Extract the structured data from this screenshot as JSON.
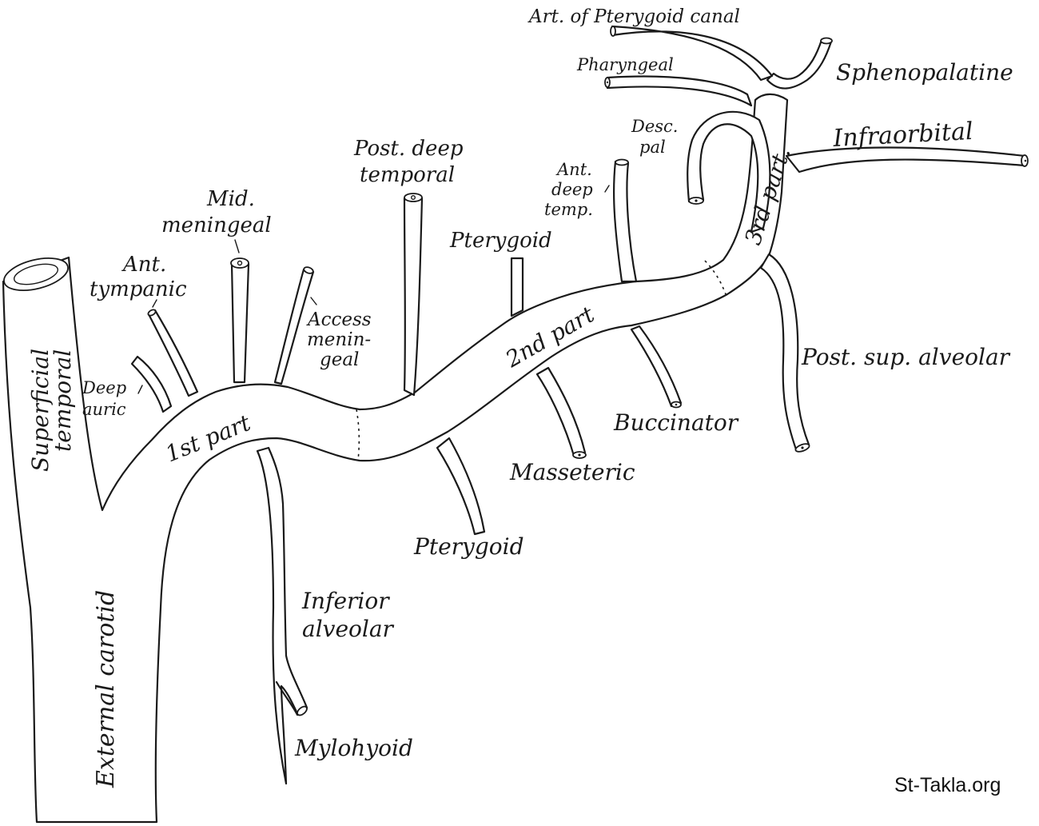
{
  "diagram": {
    "subject": "Maxillary artery and its branches",
    "colors": {
      "line": "#1a1a1a",
      "background": "#ffffff"
    },
    "trunk_labels": {
      "external_carotid": "External carotid",
      "superficial_temporal_1": "Superficial",
      "superficial_temporal_2": "temporal",
      "part_1": "1st part",
      "part_2": "2nd part",
      "part_3": "3rd part."
    },
    "branches": {
      "deep_auric_1": "Deep",
      "deep_auric_2": "auric",
      "ant_tympanic_1": "Ant.",
      "ant_tympanic_2": "tympanic",
      "mid_meningeal_1": "Mid.",
      "mid_meningeal_2": "meningeal",
      "access_meningeal_1": "Access",
      "access_meningeal_2": "menin-",
      "access_meningeal_3": "geal",
      "post_deep_temporal_1": "Post. deep",
      "post_deep_temporal_2": "temporal",
      "pterygoid_upper": "Pterygoid",
      "ant_deep_temp_1": "Ant.",
      "ant_deep_temp_2": "deep",
      "ant_deep_temp_3": "temp.",
      "desc_pal_1": "Desc.",
      "desc_pal_2": "pal",
      "art_pterygoid_canal": "Art. of Pterygoid canal",
      "pharyngeal": "Pharyngeal",
      "sphenopalatine": "Sphenopalatine",
      "infraorbital": "Infraorbital",
      "post_sup_alveolar": "Post. sup. alveolar",
      "buccinator": "Buccinator",
      "masseteric": "Masseteric",
      "pterygoid_lower": "Pterygoid",
      "inferior_alveolar_1": "Inferior",
      "inferior_alveolar_2": "alveolar",
      "mylohyoid": "Mylohyoid"
    },
    "watermark": "St-Takla.org"
  }
}
